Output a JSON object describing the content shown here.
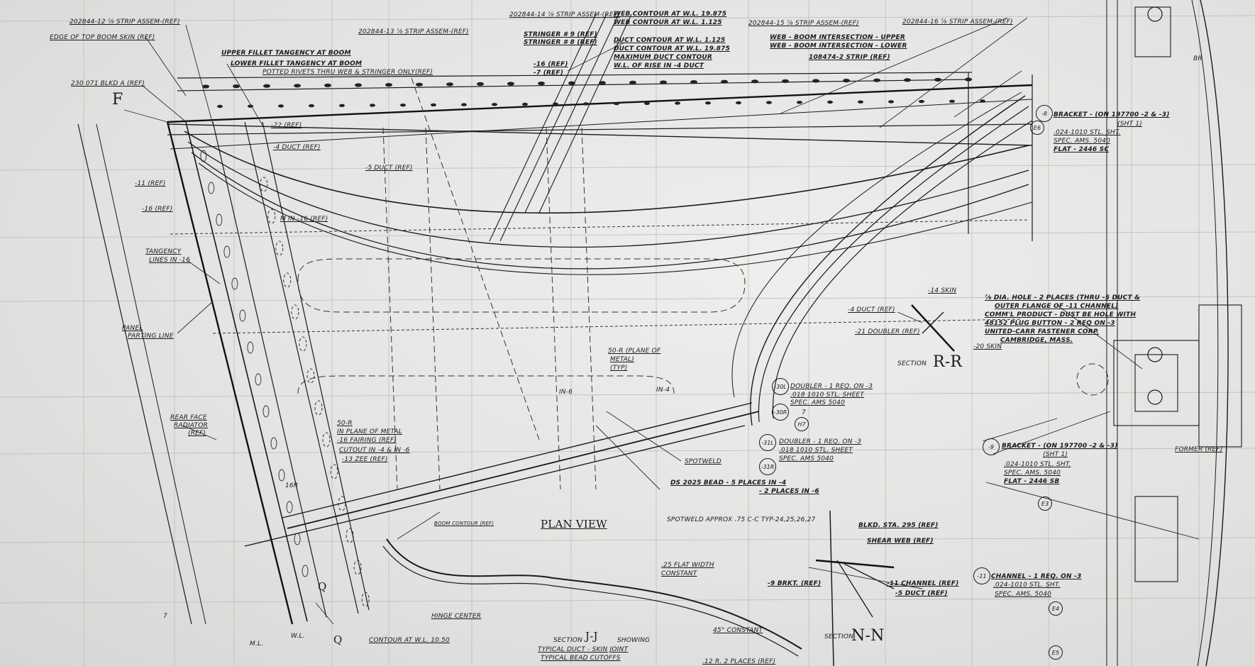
{
  "labels": {
    "strip_12": "202844-12 ⅞ STRIP ASSEM-(REF)",
    "strip_13": "202844-13 ⅞ STRIP ASSEM-(REF)",
    "strip_14": "202844-14 ⅞ STRIP ASSEM-(REF)",
    "strip_15": "202844-15 ⅞ STRIP ASSEM-(REF)",
    "strip_16": "202844-16 ⅞ STRIP ASSEM-(REF)",
    "edge_top_boom": "EDGE OF TOP BOOM SKIN (REF)",
    "upper_fillet": "UPPER FILLET TANGENCY AT BOOM",
    "lower_fillet": "LOWER FILLET TANGENCY AT BOOM",
    "potted_rivets": "POTTED RIVETS THRU WEB & STRINGER ONLY(REF)",
    "blkd": "230 071 BLKD A (REF)",
    "stringer_9": "STRINGER # 9 (REF)",
    "stringer_8": "STRINGER # 8 (REF)",
    "web_contour_1": "WEB CONTOUR AT W.L. 19.875",
    "web_contour_2": "WEB CONTOUR AT W.L. 1.125",
    "duct_contour_1": "DUCT CONTOUR AT W.L. 1.125",
    "duct_contour_2": "DUCT CONTOUR AT W.L. 19.875",
    "max_duct": "MAXIMUM DUCT CONTOUR",
    "wl_rise": "W.L. OF RISE IN -4 DUCT",
    "ref_16": "-16 (REF)",
    "ref_7": "-7 (REF)",
    "web_boom_upper": "WEB - BOOM INTERSECTION - UPPER",
    "web_boom_lower": "WEB - BOOM INTERSECTION - LOWER",
    "strip_108474": "108474-2 STRIP (REF)",
    "flange_f": "F",
    "ref_22": "-22 (REF)",
    "ref_4duct": "-4 DUCT (REF)",
    "ref_5duct": "-5 DUCT (REF)",
    "ref_11": "-11 (REF)",
    "ref_16b": "-16 (REF)",
    "m_in_16": "M IN -16 (REF)",
    "tangency": "TANGENCY",
    "tangency_2": "LINES IN -16",
    "panel": "PANEL",
    "parting": "PARTING LINE",
    "rear_face": "REAR FACE",
    "radiator": "RADIATOR",
    "ref_paren": "(REF)",
    "r50_a": "50-R",
    "r50_b": "IN PLANE OF METAL",
    "fairing": "-16 FAIRING (REF)",
    "cutout": "CUTOUT IN -4 & IN -6",
    "zee": "-13 ZEE (REF)",
    "r16": "16R",
    "r50c_a": "50-R (PLANE OF",
    "r50c_b": "METAL)",
    "r50c_c": "(TYP)",
    "in6": "IN-6",
    "in4": "IN-4",
    "spotweld": "SPOTWELD",
    "ds_bead_1": "DS 2025 BEAD - 5 PLACES IN -4",
    "ds_bead_2": "- 2 PLACES IN -6",
    "spotweld_approx": "SPOTWELD APPROX .75 C-C TYP-24,25,26,27",
    "doubler_30_1": "DOUBLER - 1 REQ. ON -3",
    "doubler_30_2": ".018 1010 STL. SHEET",
    "doubler_30_3": "SPEC. AMS 5040",
    "doubler_31_1": "DOUBLER - 1 REQ. ON -3",
    "doubler_31_2": ".018 1010 STL. SHEET",
    "doubler_31_3": "SPEC. AMS 5040",
    "c30l": "-30L",
    "c30r": "-30R",
    "c31l": "-31L",
    "c31r": "-31R",
    "h7": "H7",
    "plan_view": "PLAN VIEW",
    "boom_contour": "BOOM CONTOUR (REF)",
    "hinge_center": "HINGE CENTER",
    "contour_wl": "CONTOUR AT W.L. 10.50",
    "section_jj_1": "SECTION",
    "section_jj_2": "J-J",
    "section_jj_3": "SHOWING",
    "section_jj_4": "TYPICAL DUCT - SKIN JOINT",
    "section_jj_5": "TYPICAL BEAD CUTOFFS",
    "flat_width_1": ".25 FLAT WIDTH",
    "flat_width_2": "CONSTANT",
    "constant_45": "45° CONSTANT",
    "places_12r": ".12 R. 2 PLACES (REF)",
    "blkd_sta": "BLKD. STA. 295 (REF)",
    "shear_web": "SHEAR WEB (REF)",
    "brkt_9": "-9 BRKT. (REF)",
    "channel_11": "-11 CHANNEL (REF)",
    "duct_5": "-5 DUCT (REF)",
    "section_nn_1": "SECTION",
    "section_nn_2": "N-N",
    "skin_14": "-14 SKIN",
    "duct_4b": "-4 DUCT (REF)",
    "doubler_21": "-21 DOUBLER (REF)",
    "skin_20": "-20 SKIN",
    "section_rr_1": "SECTION",
    "section_rr_2": "R-R",
    "hole_1": "⅞ DIA. HOLE - 2 PLACES (THRU -5 DUCT &",
    "hole_2": "OUTER FLANGE OF -11 CHANNEL)",
    "hole_3": "COMM'L PRODUCT - DUST BE HOLE WITH",
    "hole_4": "48152 PLUG BUTTON - 2 REQ ON -3",
    "hole_5": "UNITED-CARR FASTENER CORP.",
    "hole_6": "CAMBRIDGE, MASS.",
    "bracket_8_1": "BRACKET - (ON 197700 -2 & -3)",
    "bracket_8_2": "(SHT 1)",
    "bracket_8_3": ".024-1010 STL. SHT.",
    "bracket_8_4": "SPEC. AMS. 5040",
    "bracket_8_5": "FLAT - 2446 SC",
    "c8": "-8",
    "c9": "-9",
    "bracket_9_1": "BRACKET - (ON 197700 -2 & -3)",
    "bracket_9_2": "(SHT 1)",
    "bracket_9_3": ".024-1010 STL. SHT.",
    "bracket_9_4": "SPEC. AMS. 5040",
    "bracket_9_5": "FLAT - 2446 SB",
    "former": "FORMER (REF)",
    "c11": "-11",
    "channel_1": "CHANNEL - 1 REQ. ON -3",
    "channel_2": ".024-1010 STL. SHT.",
    "channel_3": "SPEC. AMS. 5040",
    "e3": "E3",
    "e4": "E4",
    "e5": "E5",
    "e6": "E6",
    "br": "BR",
    "ml": "M.L.",
    "wl": "W.L.",
    "q": "Q",
    "q2": "Q",
    "seven_a": "7",
    "seven_b": "7"
  }
}
